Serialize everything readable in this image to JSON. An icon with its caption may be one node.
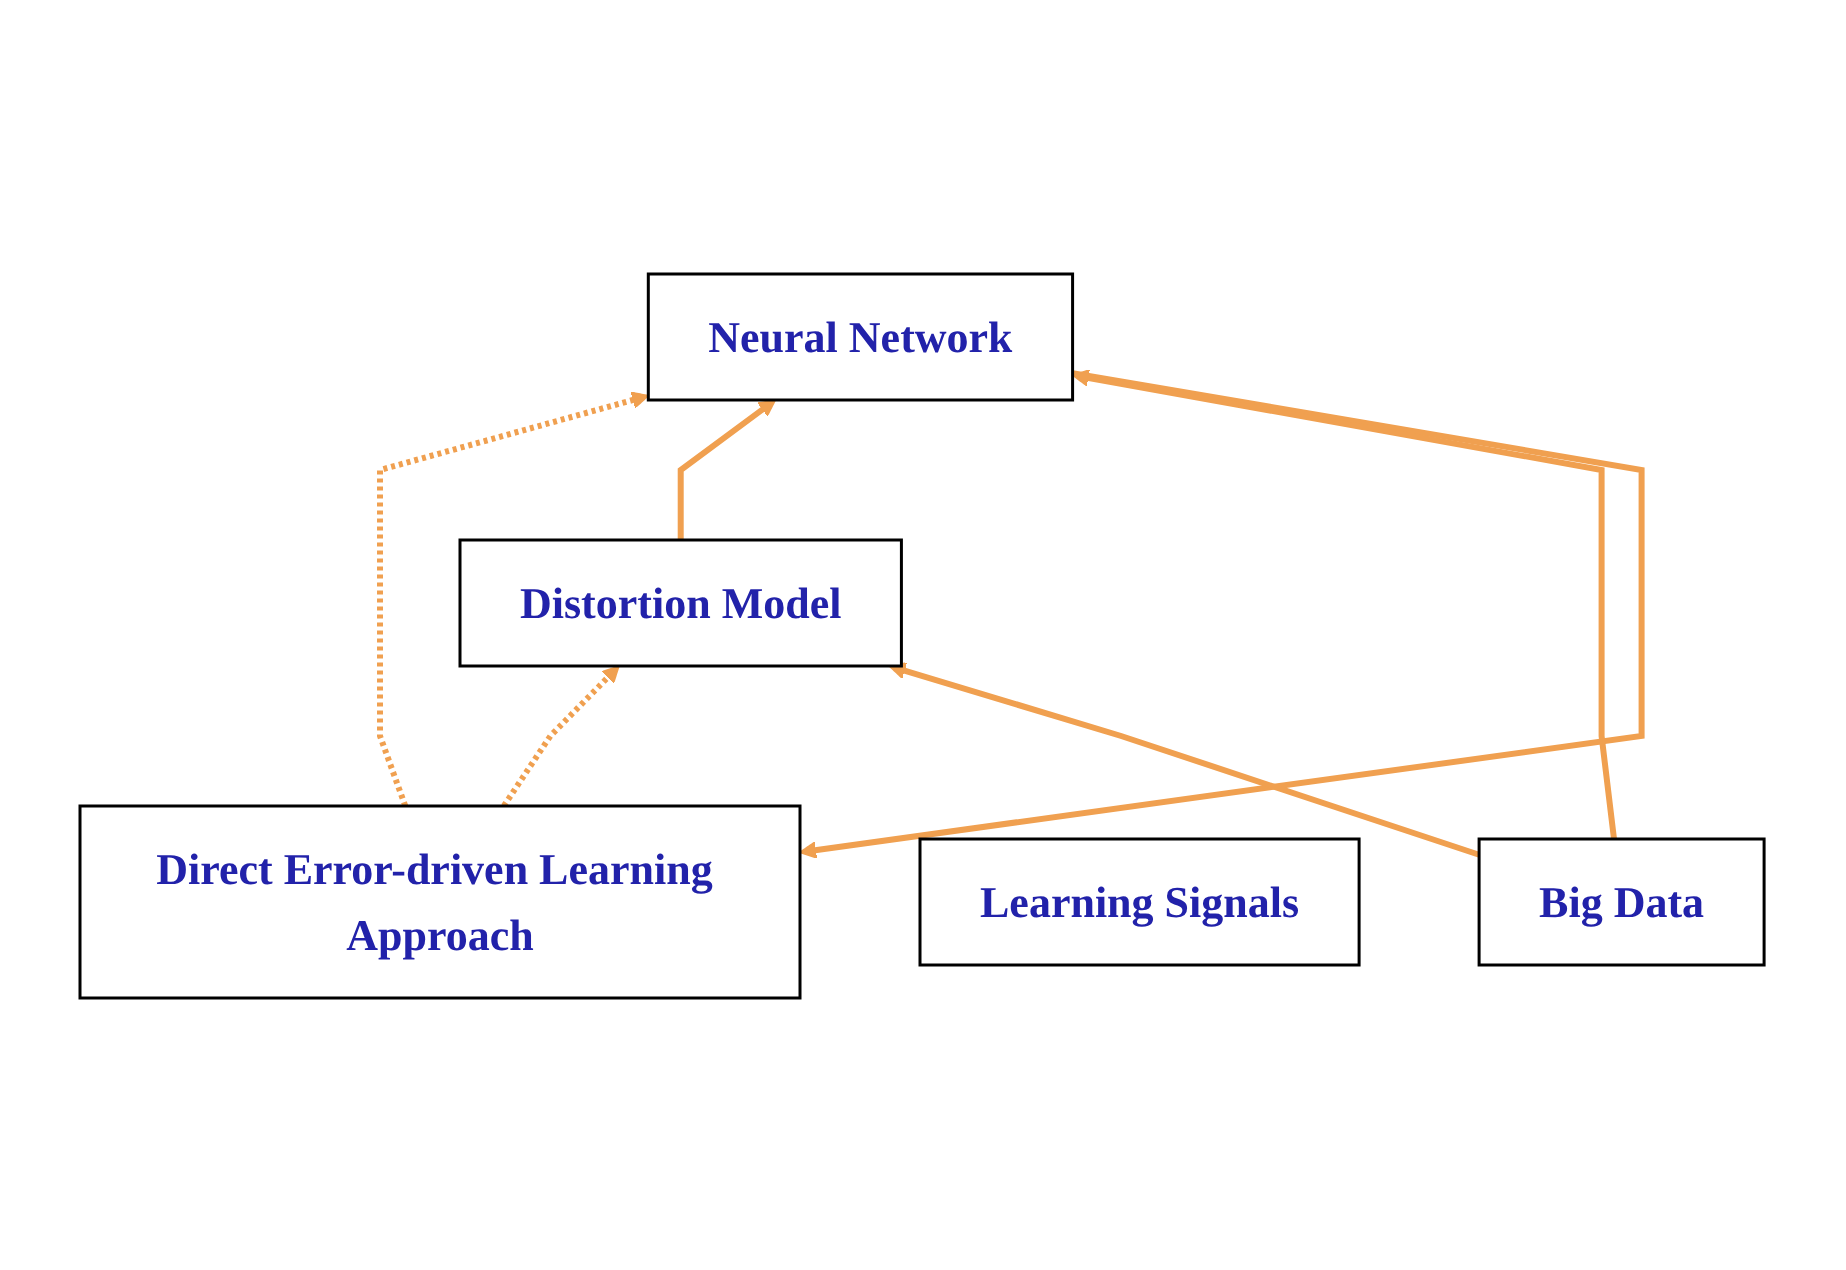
{
  "diagram": {
    "nodes": [
      {
        "text": [
          "Direct Error-driven Learning Approach"
        ]
      },
      {
        "text": [
          "Learning Signals"
        ]
      },
      {
        "text": [
          "Neural Network"
        ]
      },
      {
        "text": [
          "Distortion Model"
        ]
      },
      {
        "text": [
          "Big Data"
        ]
      }
    ],
    "edges": [
      {
        "from": 2,
        "to": 0,
        "arrow": "to"
      },
      {
        "from": 0,
        "to": 2,
        "arrow": "to",
        "style": "dashed"
      },
      {
        "from": 0,
        "to": 3,
        "arrow": "to",
        "style": "dashed"
      },
      {
        "from": 3,
        "to": 2,
        "arrow": "to"
      },
      {
        "from": 4,
        "to": 2,
        "arrow": "to"
      },
      {
        "from": 4,
        "to": 3,
        "arrow": "to"
      }
    ]
  }
}
